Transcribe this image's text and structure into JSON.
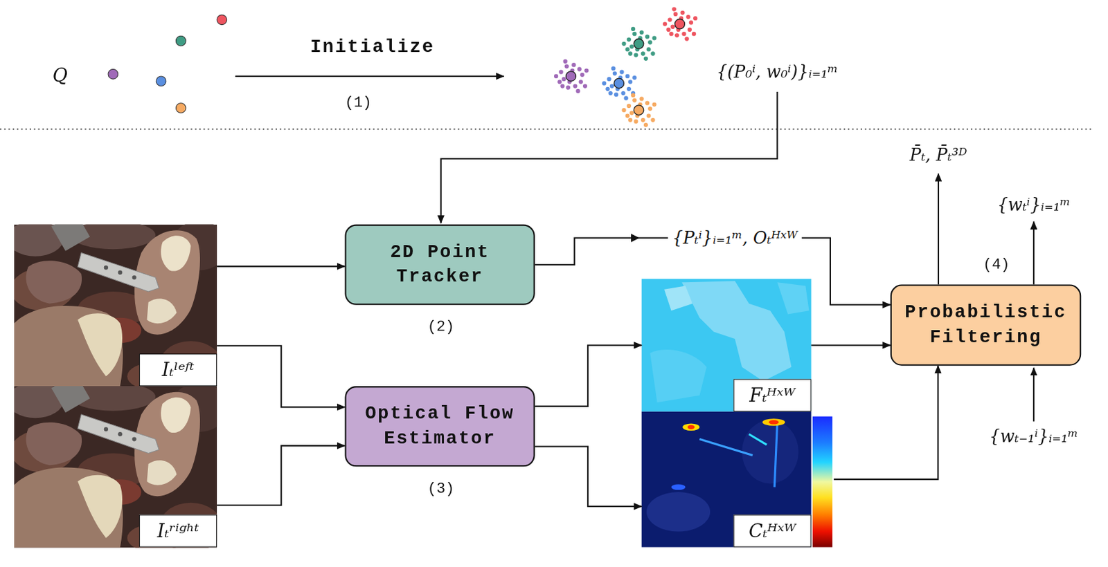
{
  "diagram": {
    "nodes": [
      {
        "text": [
          "Iₜˡᵉᶠᵗ"
        ]
      },
      {
        "text": [
          "Iₜʳⁱᵍʰᵗ"
        ]
      },
      {
        "text": [
          "2D Point Tracker"
        ]
      },
      {
        "text": [
          "Optical Flow Estimator"
        ]
      },
      {
        "text": [
          "Fₜᴴˣᵂ"
        ]
      },
      {
        "text": [
          "Cₜᴴˣᵂ"
        ]
      },
      {
        "text": [
          "Probabilistic Filtering"
        ]
      }
    ],
    "edges": [
      {
        "from": 0,
        "to": 2,
        "arrow": "to"
      },
      {
        "from": 0,
        "to": 3,
        "arrow": "to"
      },
      {
        "from": 1,
        "to": 3,
        "arrow": "to"
      },
      {
        "from": 2,
        "to": 6,
        "label": "{Pₜⁱ}ᵢ₌₁ᵐ, Oₜᴴˣᵂ",
        "arrow": "to"
      },
      {
        "from": 3,
        "to": 4,
        "arrow": "to"
      },
      {
        "from": 3,
        "to": 5,
        "arrow": "to"
      },
      {
        "from": 4,
        "to": 6,
        "arrow": "to"
      },
      {
        "from": 5,
        "to": 6,
        "arrow": "to"
      }
    ],
    "labels": [
      "Q",
      "Initialize",
      "(1)",
      "{(P₀ⁱ, w₀ⁱ)}ᵢ₌₁ᵐ",
      "(2)",
      "(3)",
      "P̄ₜ, P̄ₜ³ᴰ",
      "{wₜⁱ}ᵢ₌₁ᵐ",
      "(4)",
      "{wₜ₋₁ⁱ}ᵢ₌₁ᵐ"
    ]
  }
}
